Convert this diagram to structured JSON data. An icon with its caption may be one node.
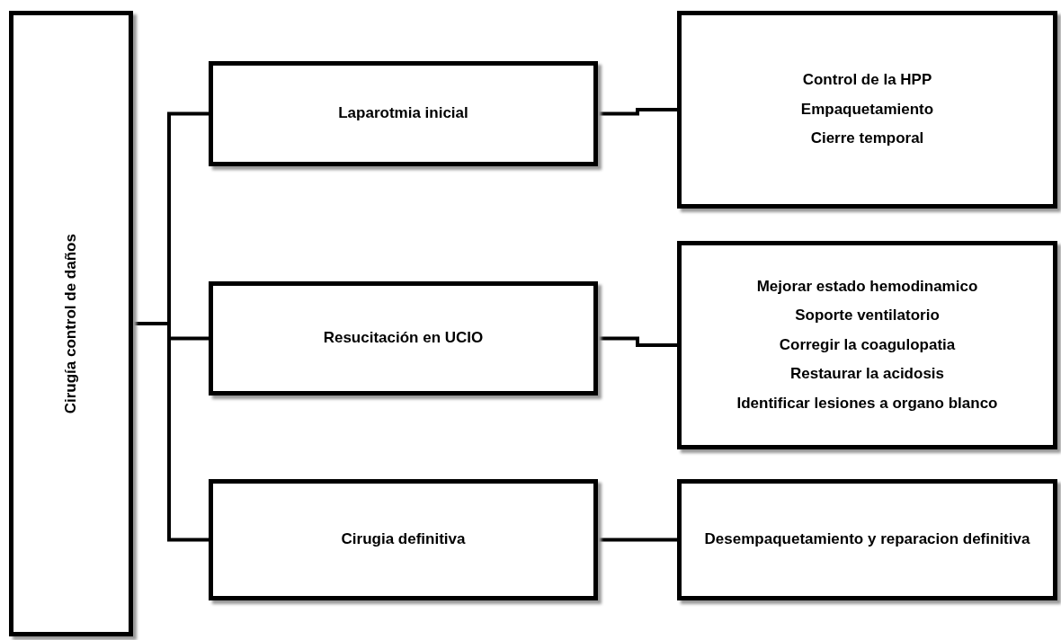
{
  "diagram": {
    "nodes": [
      {
        "text": [
          "Cirugía control de daños"
        ]
      },
      {
        "text": [
          "Laparotmia inicial"
        ]
      },
      {
        "text": [
          "Resucitación en UCIO"
        ]
      },
      {
        "text": [
          "Cirugia definitiva"
        ]
      },
      {
        "text": [
          "Control de la HPP",
          "Empaquetamiento",
          "Cierre temporal"
        ]
      },
      {
        "text": [
          "Mejorar estado hemodinamico",
          "Soporte ventilatorio",
          "Corregir la coagulopatia",
          "Restaurar la acidosis",
          "Identificar lesiones a organo blanco"
        ]
      },
      {
        "text": [
          "Desempaquetamiento y reparacion definitiva"
        ]
      }
    ],
    "edges": [
      {
        "from": 0,
        "to": 1,
        "arrow": "none"
      },
      {
        "from": 0,
        "to": 2,
        "arrow": "none"
      },
      {
        "from": 0,
        "to": 3,
        "arrow": "none"
      },
      {
        "from": 1,
        "to": 4,
        "arrow": "none"
      },
      {
        "from": 2,
        "to": 5,
        "arrow": "none"
      },
      {
        "from": 3,
        "to": 6,
        "arrow": "none"
      }
    ]
  }
}
